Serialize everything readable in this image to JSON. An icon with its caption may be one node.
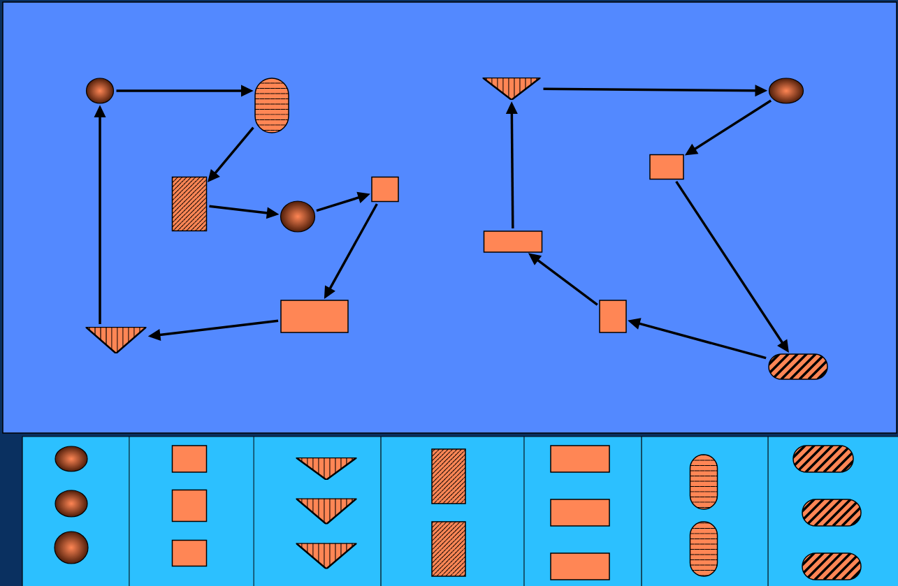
{
  "diagram": {
    "nodes": [
      {
        "text": [],
        "shape": "circle"
      },
      {
        "text": [],
        "shape": "capsule"
      },
      {
        "text": [],
        "shape": "box"
      },
      {
        "text": [],
        "shape": "circle"
      },
      {
        "text": [],
        "shape": "box"
      },
      {
        "text": [],
        "shape": "box"
      },
      {
        "text": [],
        "shape": "triangle"
      },
      {
        "text": [],
        "shape": "triangle"
      },
      {
        "text": [],
        "shape": "circle"
      },
      {
        "text": [],
        "shape": "box"
      },
      {
        "text": [],
        "shape": "box"
      },
      {
        "text": [],
        "shape": "box"
      },
      {
        "text": [],
        "shape": "capsule"
      },
      {
        "text": [],
        "shape": "circle"
      },
      {
        "text": [],
        "shape": "circle"
      },
      {
        "text": [],
        "shape": "circle"
      },
      {
        "text": [],
        "shape": "box"
      },
      {
        "text": [],
        "shape": "box"
      },
      {
        "text": [],
        "shape": "box"
      },
      {
        "text": [],
        "shape": "triangle"
      },
      {
        "text": [],
        "shape": "triangle"
      },
      {
        "text": [],
        "shape": "triangle"
      },
      {
        "text": [],
        "shape": "box"
      },
      {
        "text": [],
        "shape": "box"
      },
      {
        "text": [],
        "shape": "box"
      },
      {
        "text": [],
        "shape": "box"
      },
      {
        "text": [],
        "shape": "box"
      },
      {
        "text": [],
        "shape": "capsule"
      },
      {
        "text": [],
        "shape": "capsule"
      },
      {
        "text": [],
        "shape": "capsule"
      },
      {
        "text": [],
        "shape": "capsule"
      },
      {
        "text": [],
        "shape": "capsule"
      }
    ],
    "edges": [
      {
        "from": 0,
        "to": 1,
        "arrow": "to"
      },
      {
        "from": 1,
        "to": 2,
        "arrow": "to"
      },
      {
        "from": 2,
        "to": 3,
        "arrow": "to"
      },
      {
        "from": 3,
        "to": 4,
        "arrow": "to"
      },
      {
        "from": 4,
        "to": 5,
        "arrow": "to"
      },
      {
        "from": 5,
        "to": 6,
        "arrow": "to"
      },
      {
        "from": 6,
        "to": 0,
        "arrow": "to"
      },
      {
        "from": 7,
        "to": 8,
        "arrow": "to"
      },
      {
        "from": 8,
        "to": 9,
        "arrow": "to"
      },
      {
        "from": 9,
        "to": 12,
        "arrow": "to"
      },
      {
        "from": 12,
        "to": 11,
        "arrow": "to"
      },
      {
        "from": 11,
        "to": 10,
        "arrow": "to"
      },
      {
        "from": 10,
        "to": 7,
        "arrow": "to"
      }
    ]
  }
}
